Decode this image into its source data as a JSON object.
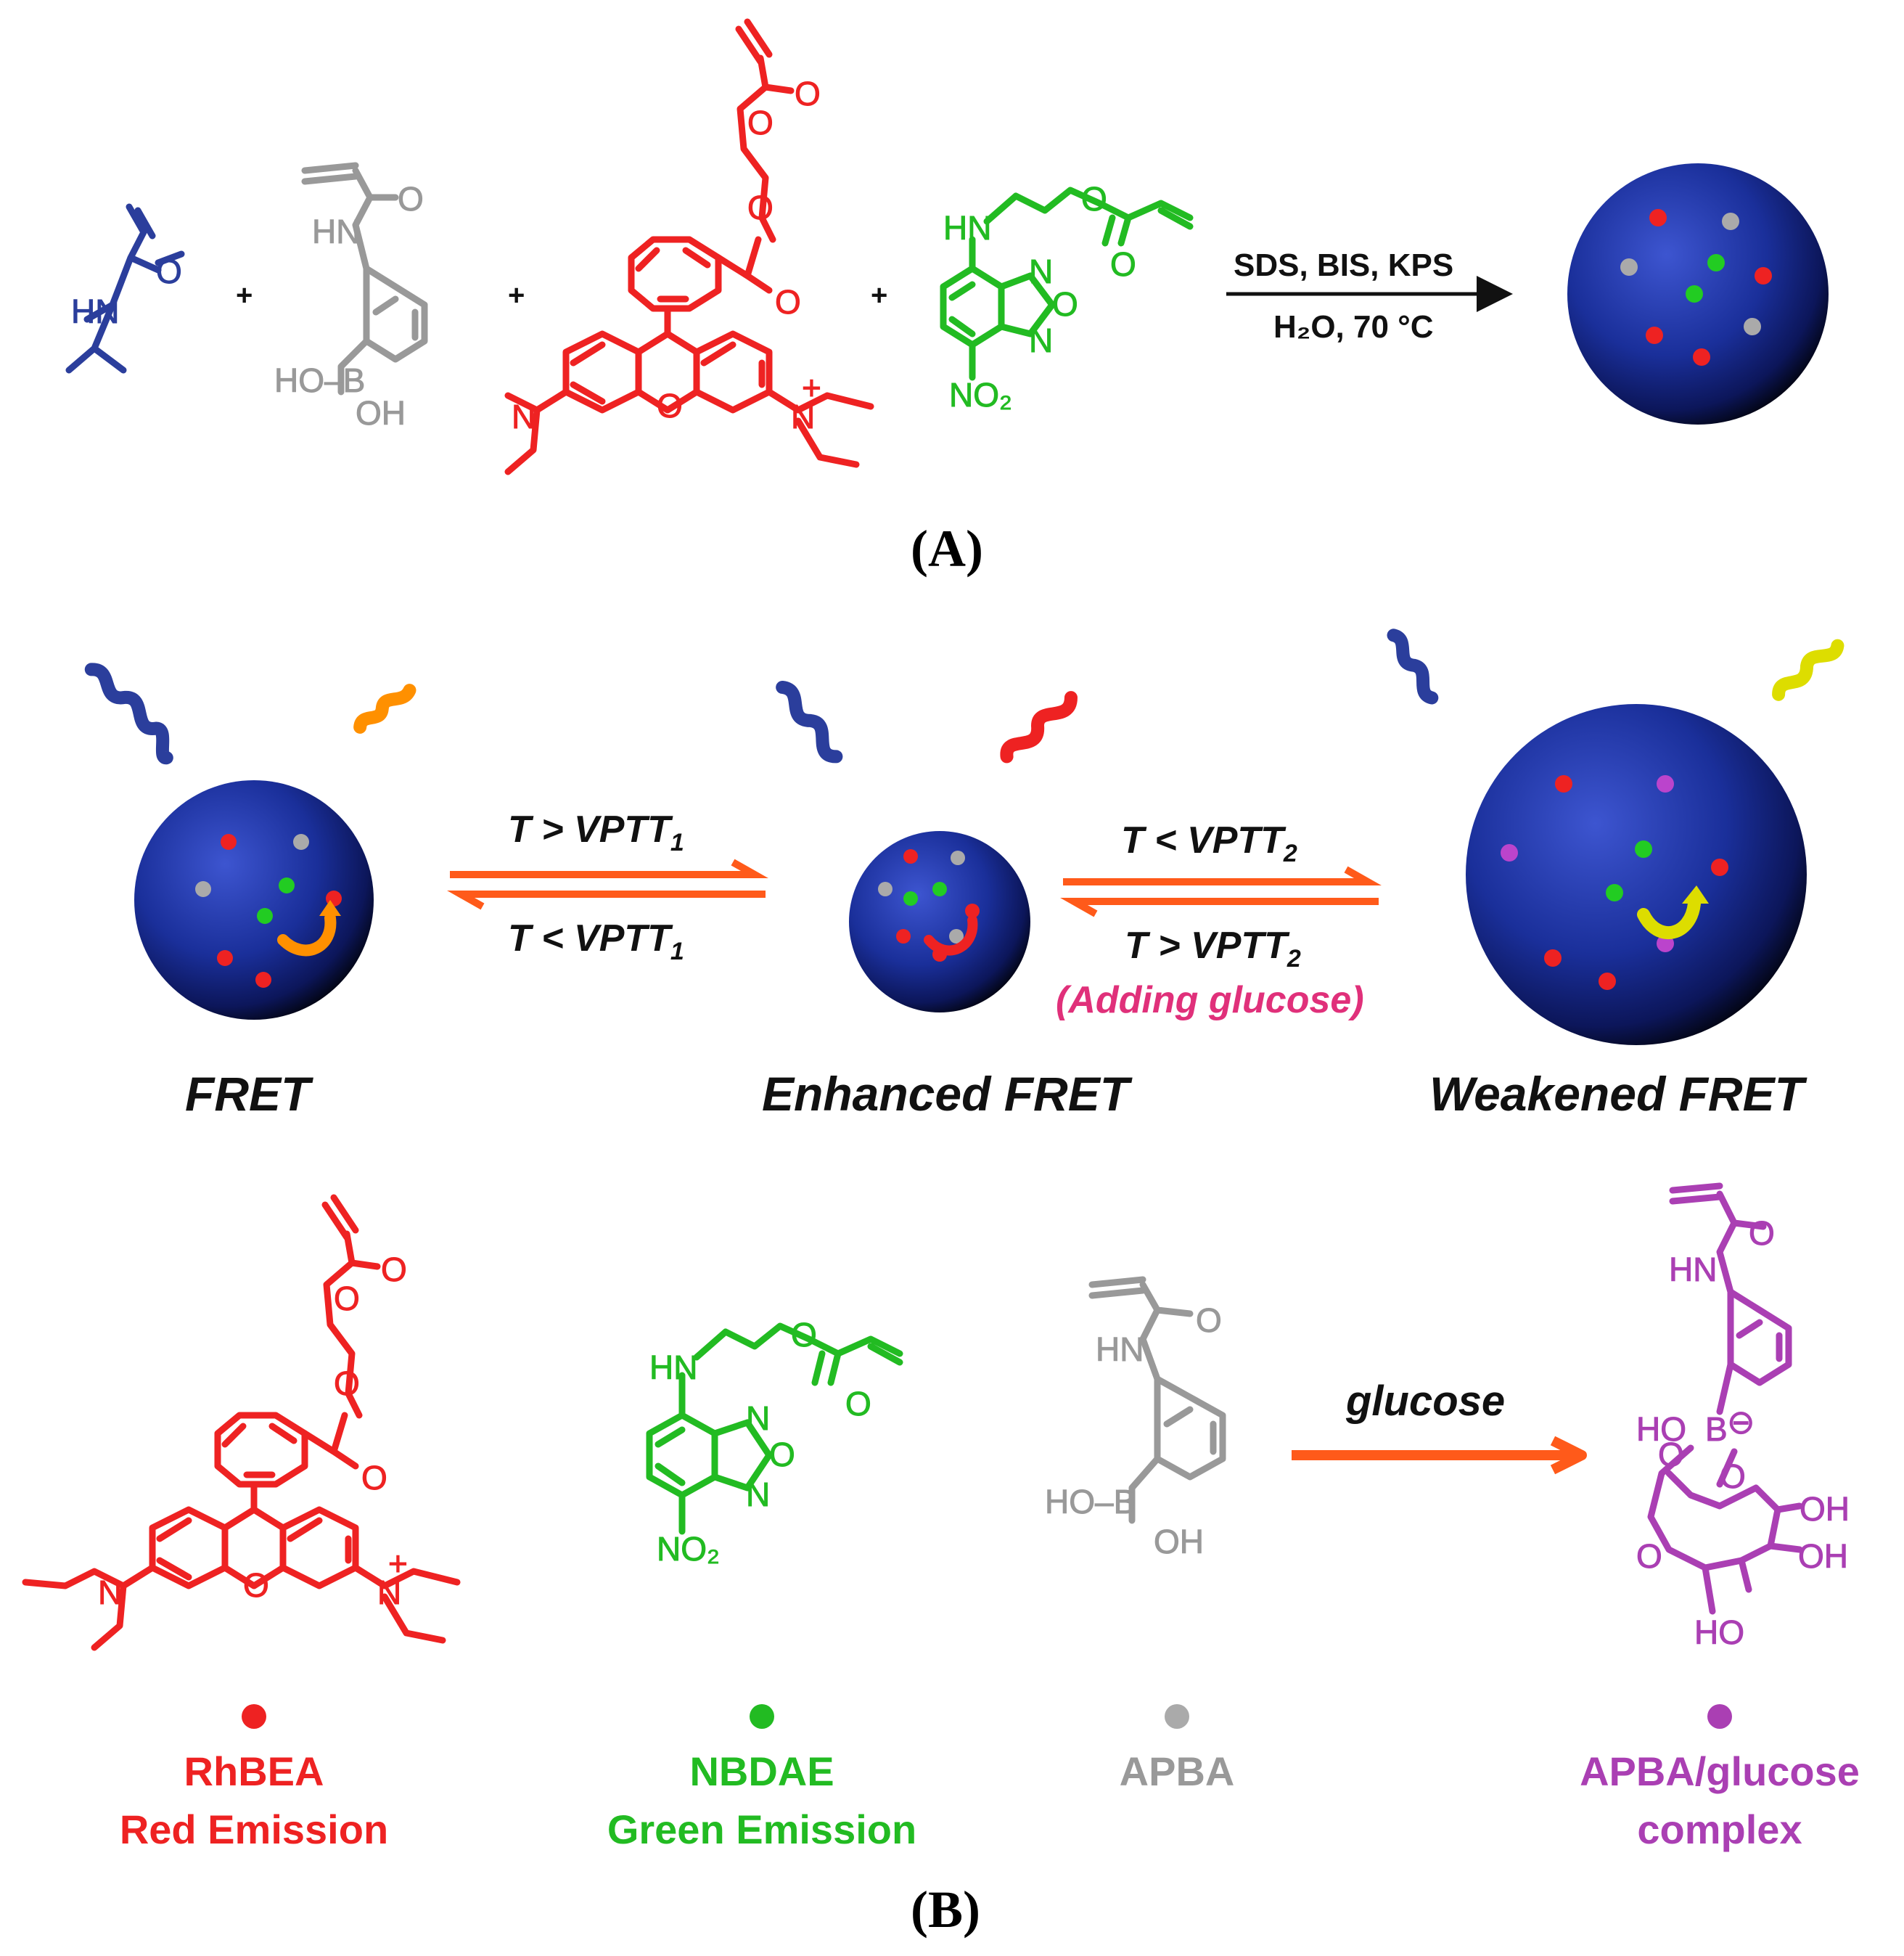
{
  "colors": {
    "nipam": "#2b3e9c",
    "apba": "#999999",
    "rhbea": "#ee2222",
    "nbdae": "#22bb22",
    "complex": "#aa3fb3",
    "glucose_label": "#e0307a",
    "arrow_orange": "#ff5a1a",
    "sphere": "#1a2f9a"
  },
  "scheme_a": {
    "panel_label": "(A)",
    "plus_sign": "+",
    "conditions_top": "SDS, BIS, KPS",
    "conditions_bottom": "H₂O, 70 °C",
    "atoms": {
      "HN": "HN",
      "O": "O",
      "N": "N",
      "NO2": "NO₂",
      "HO_B": "HO–B",
      "OH": "OH",
      "N_plus": "N"
    }
  },
  "scheme_b": {
    "panel_label": "(B)",
    "states": [
      "FRET",
      "Enhanced FRET",
      "Weakened FRET"
    ],
    "equilibrium_1": {
      "forward": "T > VPTT",
      "forward_sub": "1",
      "reverse": "T < VPTT",
      "reverse_sub": "1"
    },
    "equilibrium_2": {
      "forward": "T < VPTT",
      "forward_sub": "2",
      "reverse": "T > VPTT",
      "reverse_sub": "2",
      "note": "(Adding glucose)"
    },
    "reaction_label": "glucose",
    "legend": [
      {
        "line1": "RhBEA",
        "line2": "Red Emission",
        "color_key": "rhbea"
      },
      {
        "line1": "NBDAE",
        "line2": "Green Emission",
        "color_key": "nbdae"
      },
      {
        "line1": "APBA",
        "line2": "",
        "color_key": "apba"
      },
      {
        "line1": "APBA/glucose",
        "line2": "complex",
        "color_key": "complex"
      }
    ],
    "complex_atoms": {
      "HN": "HN",
      "O": "O",
      "HO": "HO",
      "B": "B",
      "minus": "⊖",
      "OH": "OH"
    }
  }
}
